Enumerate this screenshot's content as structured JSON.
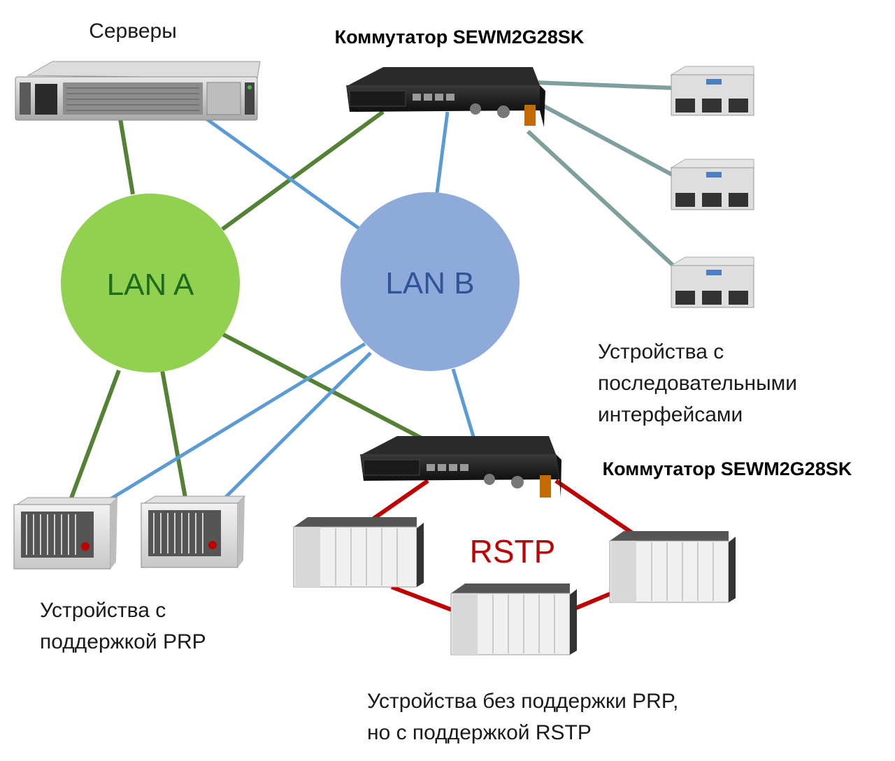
{
  "labels": {
    "servers": "Серверы",
    "switch_top": "Коммутатор SEWM2G28SK",
    "switch_bottom": "Коммутатор SEWM2G28SK",
    "serial_devices": [
      "Устройства с",
      "последовательными",
      "интерфейсами"
    ],
    "prp_devices": [
      "Устройства с",
      "поддержкой PRP"
    ],
    "rstp_devices": [
      "Устройства без поддержки PRP,",
      "но с поддержкой RSTP"
    ],
    "lan_a": "LAN A",
    "lan_b": "LAN B",
    "rstp": "RSTP"
  },
  "colors": {
    "lan_a_fill": "#92d050",
    "lan_a_text": "#1e6b1e",
    "lan_b_fill": "#8eaadb",
    "lan_b_text": "#2f5597",
    "lan_a_link": "#548235",
    "lan_b_link": "#5b9bd5",
    "serial_link": "#7f9f9f",
    "rstp_link": "#c00000",
    "rstp_text": "#c00000"
  },
  "icons": {
    "server": "rack-server-icon",
    "switch": "network-switch-icon",
    "serial_device": "din-rail-module-icon",
    "prp_device": "relay-protection-cabinet-icon",
    "rstp_device": "plc-rack-icon"
  }
}
